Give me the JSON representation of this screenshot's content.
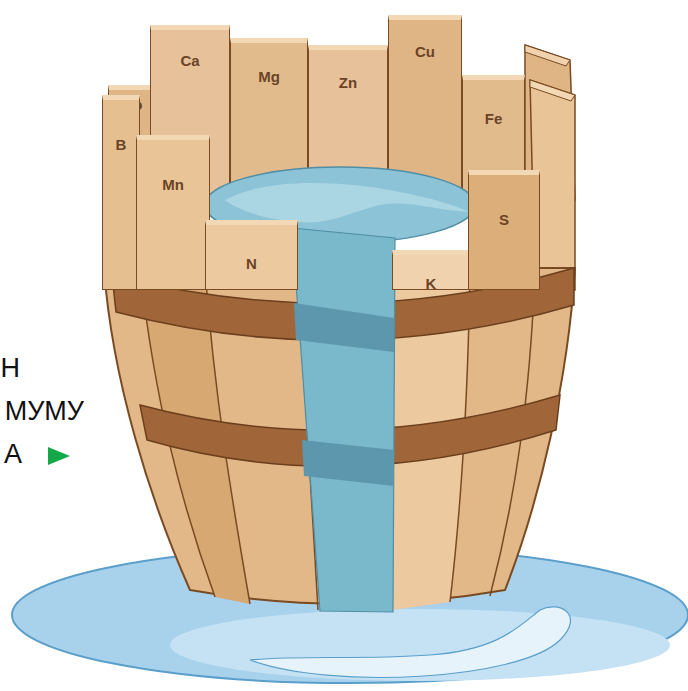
{
  "diagram": {
    "nodes": [
      {
        "text": [
          "B"
        ]
      },
      {
        "text": [
          "Mo"
        ]
      },
      {
        "text": [
          "Mn"
        ]
      },
      {
        "text": [
          "Ca"
        ]
      },
      {
        "text": [
          "N"
        ]
      },
      {
        "text": [
          "Mg"
        ]
      },
      {
        "text": [
          "Zn"
        ]
      },
      {
        "text": [
          "Cu"
        ]
      },
      {
        "text": [
          "K"
        ]
      },
      {
        "text": [
          "Fe"
        ]
      },
      {
        "text": [
          "S"
        ]
      }
    ],
    "labels": [
      "Н",
      "МУМУ",
      "А"
    ]
  }
}
